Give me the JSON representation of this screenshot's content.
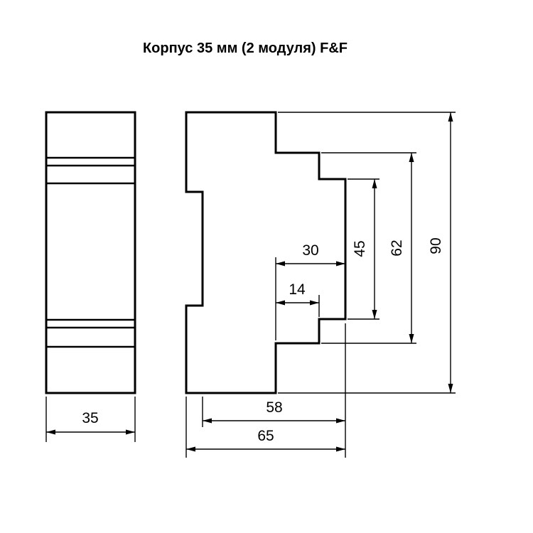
{
  "title": "Корпус 35 мм (2 модуля) F&F",
  "dimensions": {
    "front_width": "35",
    "front_depth": "30",
    "clip_depth": "14",
    "front_height": "45",
    "mid_height": "62",
    "total_height": "90",
    "body_depth": "58",
    "total_depth": "65"
  },
  "colors": {
    "line": "#000000",
    "background": "#ffffff"
  }
}
